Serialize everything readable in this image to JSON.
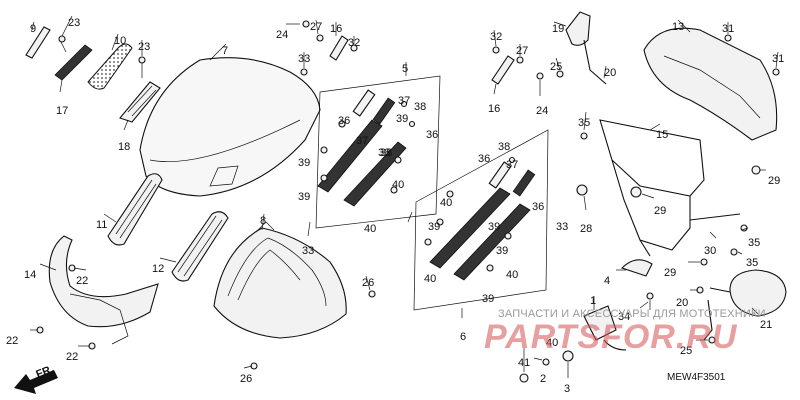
{
  "diagram": {
    "code": "MEW4F3501",
    "direction": "FR.",
    "watermark": {
      "top": "ЗАПЧАСТИ И АКСЕССУАРЫ ДЛЯ МОТОТЕХНИКИ",
      "brand": "PARTSFOR.RU"
    },
    "labels": [
      "9",
      "23",
      "17",
      "10",
      "23",
      "18",
      "7",
      "11",
      "12",
      "8",
      "14",
      "22",
      "22",
      "22",
      "26",
      "26",
      "24",
      "27",
      "16",
      "32",
      "33",
      "5",
      "36",
      "37",
      "38",
      "39",
      "37",
      "38",
      "36",
      "39",
      "39",
      "38",
      "40",
      "40",
      "33",
      "6",
      "36",
      "38",
      "37",
      "40",
      "39",
      "36",
      "39",
      "40",
      "33",
      "39",
      "40",
      "39",
      "32",
      "27",
      "16",
      "24",
      "19",
      "25",
      "20",
      "35",
      "13",
      "31",
      "31",
      "15",
      "29",
      "28",
      "29",
      "30",
      "35",
      "35",
      "4",
      "29",
      "20",
      "34",
      "21",
      "25",
      "1",
      "2",
      "3",
      "41",
      "40"
    ]
  }
}
